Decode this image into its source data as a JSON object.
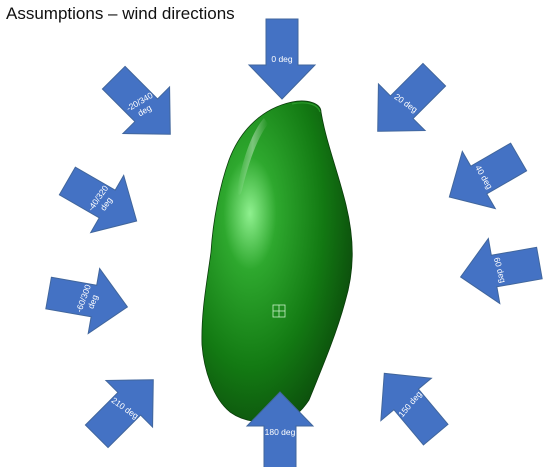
{
  "title": "Assumptions – wind directions",
  "colors": {
    "arrow_fill": "#4472c4",
    "arrow_stroke": "#41669c",
    "arrow_text": "#ffffff",
    "building_dark": "#0b4a0b",
    "building_mid": "#178a17",
    "building_light": "#7fe37f",
    "title_text": "#111111"
  },
  "building": {
    "shape": "green-rounded-tower",
    "center_marker": "crosshair-grid-icon"
  },
  "wind_directions": [
    {
      "id": "0",
      "lines": [
        "0 deg"
      ]
    },
    {
      "id": "20",
      "lines": [
        "20 deg"
      ]
    },
    {
      "id": "40",
      "lines": [
        "40 deg"
      ]
    },
    {
      "id": "60",
      "lines": [
        "60 deg"
      ]
    },
    {
      "id": "150",
      "lines": [
        "150 deg"
      ]
    },
    {
      "id": "180",
      "lines": [
        "180 deg"
      ]
    },
    {
      "id": "210",
      "lines": [
        "210 deg"
      ]
    },
    {
      "id": "m60",
      "lines": [
        "-60/300",
        "deg"
      ]
    },
    {
      "id": "m40",
      "lines": [
        "-40/320",
        "deg"
      ]
    },
    {
      "id": "m20",
      "lines": [
        "-20/340",
        "deg"
      ]
    }
  ]
}
